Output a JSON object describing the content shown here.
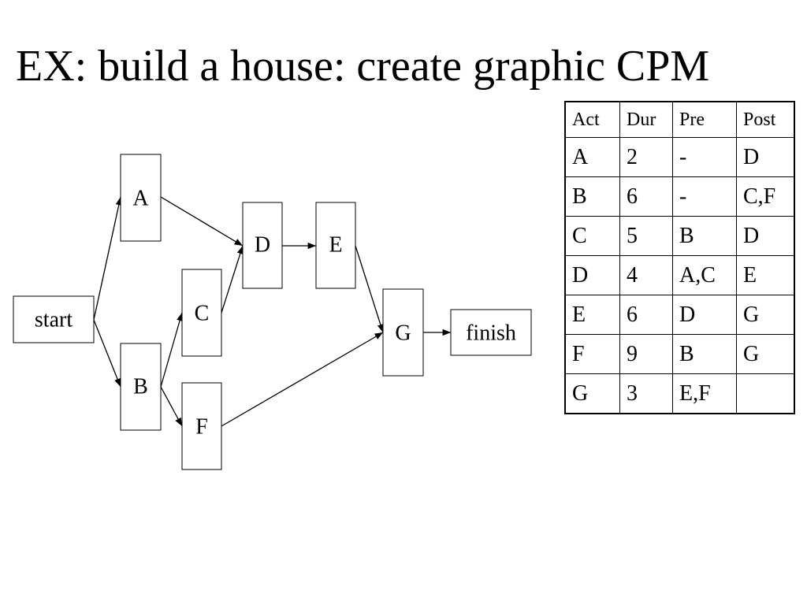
{
  "title": "EX: build a house: create graphic CPM",
  "diagram": {
    "nodes": {
      "start": "start",
      "A": "A",
      "B": "B",
      "C": "C",
      "D": "D",
      "E": "E",
      "F": "F",
      "G": "G",
      "finish": "finish"
    },
    "edges": [
      [
        "start",
        "A"
      ],
      [
        "start",
        "B"
      ],
      [
        "A",
        "D"
      ],
      [
        "B",
        "C"
      ],
      [
        "B",
        "F"
      ],
      [
        "C",
        "D"
      ],
      [
        "D",
        "E"
      ],
      [
        "E",
        "G"
      ],
      [
        "F",
        "G"
      ],
      [
        "G",
        "finish"
      ]
    ]
  },
  "table": {
    "headers": [
      "Act",
      "Dur",
      "Pre",
      "Post"
    ],
    "rows": [
      [
        "A",
        "2",
        "-",
        "D"
      ],
      [
        "B",
        "6",
        "-",
        "C,F"
      ],
      [
        "C",
        "5",
        "B",
        "D"
      ],
      [
        "D",
        "4",
        "A,C",
        "E"
      ],
      [
        "E",
        "6",
        "D",
        "G"
      ],
      [
        "F",
        "9",
        "B",
        "G"
      ],
      [
        "G",
        "3",
        "E,F",
        ""
      ]
    ]
  }
}
